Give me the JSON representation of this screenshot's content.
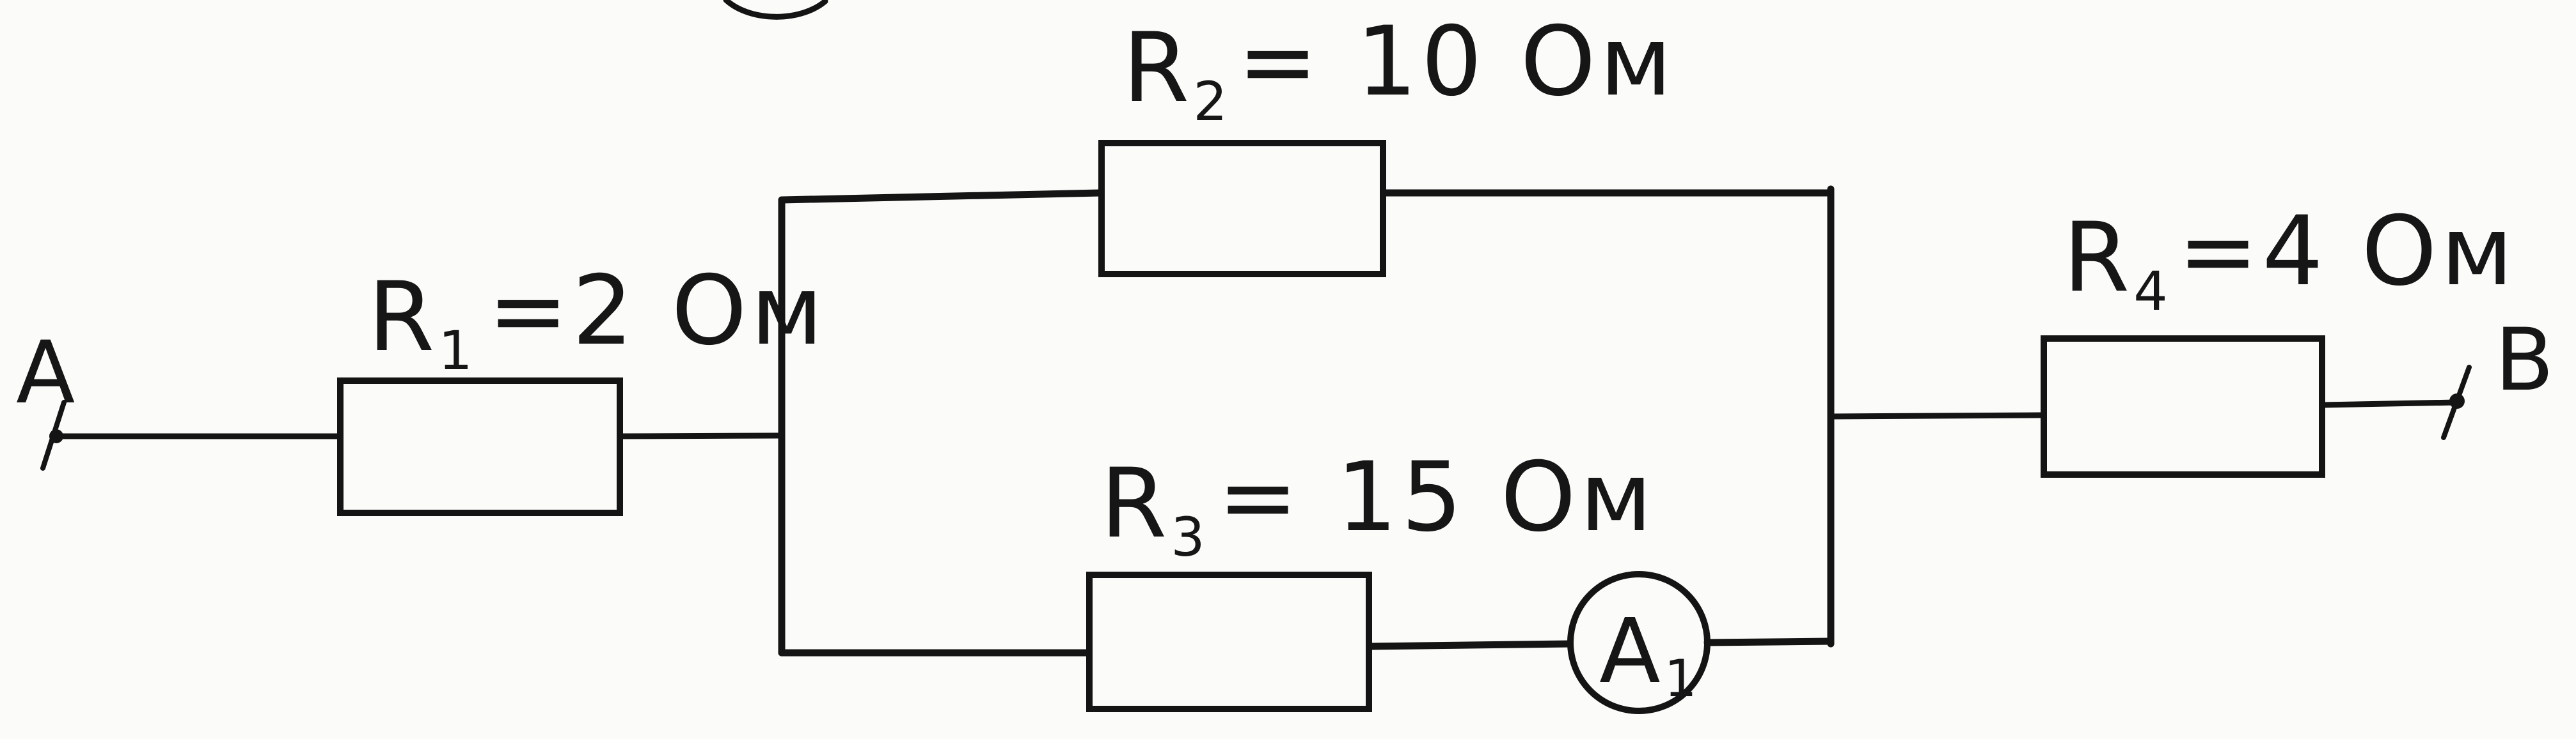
{
  "diagram": {
    "type": "circuit-schematic",
    "terminals": {
      "a": "A",
      "b": "B"
    },
    "resistors": [
      {
        "id": "r1",
        "label_base": "R",
        "label_sub": "1",
        "label_value": "=2 Ом"
      },
      {
        "id": "r2",
        "label_base": "R",
        "label_sub": "2",
        "label_value": "= 10 Ом"
      },
      {
        "id": "r3",
        "label_base": "R",
        "label_sub": "3",
        "label_value": "= 15 Ом"
      },
      {
        "id": "r4",
        "label_base": "R",
        "label_sub": "4",
        "label_value": "=4 Ом"
      }
    ],
    "ammeter": {
      "label_base": "A",
      "label_sub": "1"
    },
    "colors": {
      "ink": "#141414",
      "paper": "#fbfbf9"
    }
  }
}
